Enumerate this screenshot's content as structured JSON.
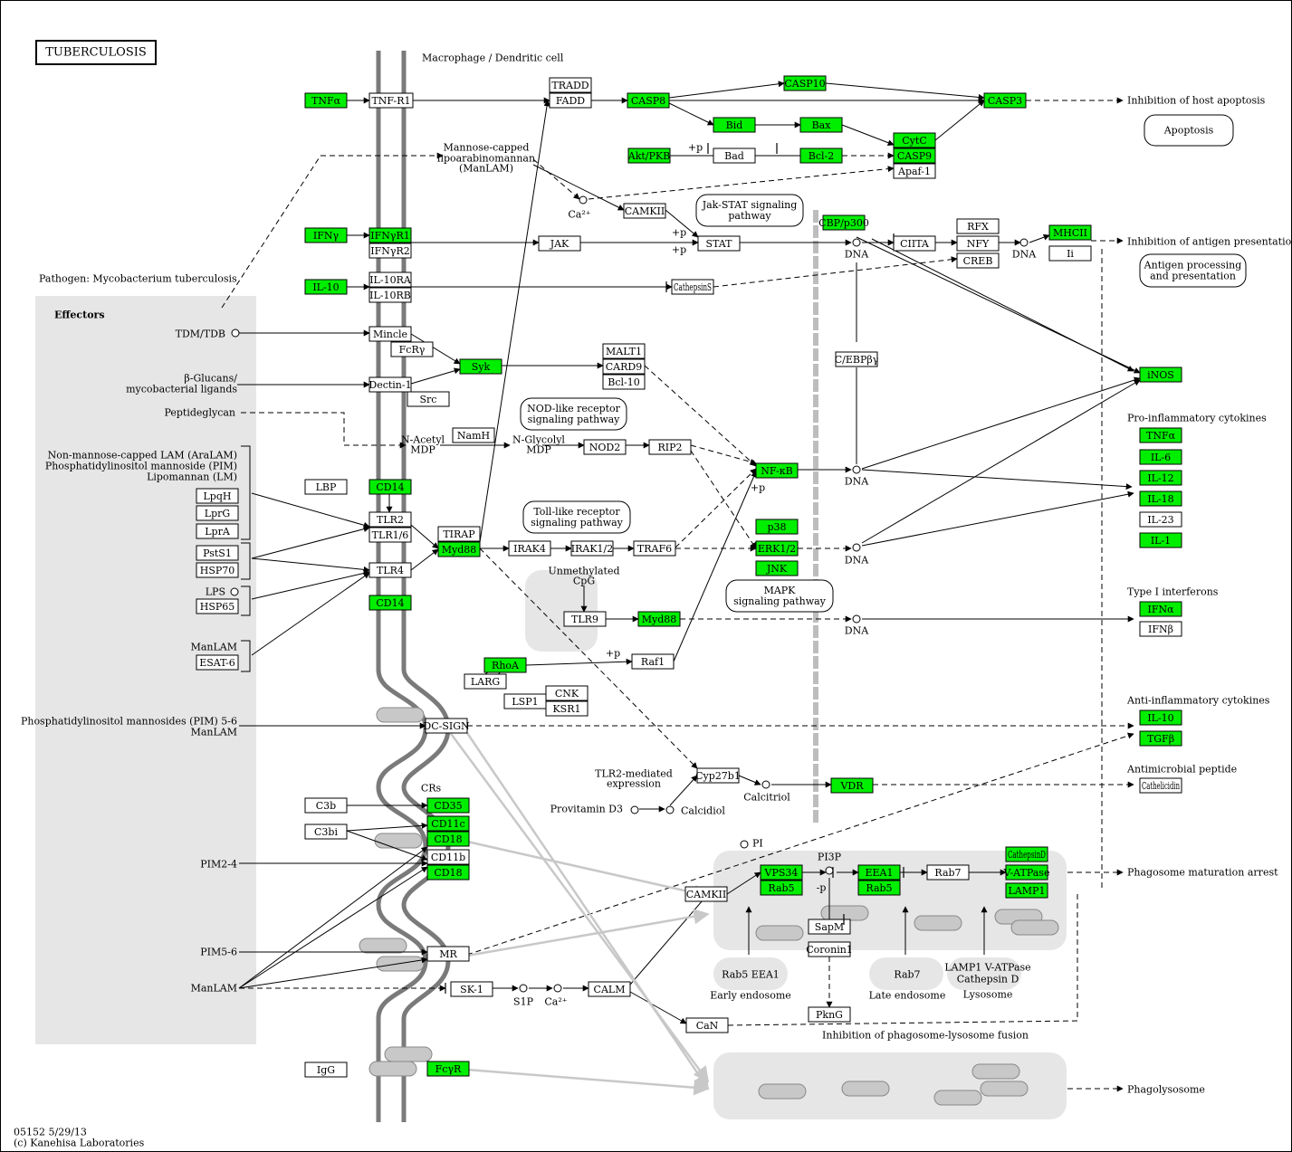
{
  "title": "TUBERCULOSIS",
  "colors": {
    "gene_hit": "#00ee00",
    "gene_plain": "#ffffff",
    "region": "#e6e6e6",
    "membrane": "#7a7a7a"
  },
  "genes": [
    {
      "id": "g-tnfa",
      "label": "TNFα",
      "hit": true
    },
    {
      "id": "g-tnfr1",
      "label": "TNF-R1",
      "hit": false
    },
    {
      "id": "g-tradd",
      "label": "TRADD",
      "hit": false
    },
    {
      "id": "g-fadd",
      "label": "FADD",
      "hit": false
    },
    {
      "id": "g-casp8",
      "label": "CASP8",
      "hit": true
    },
    {
      "id": "g-casp10",
      "label": "CASP10",
      "hit": true
    },
    {
      "id": "g-casp3",
      "label": "CASP3",
      "hit": true
    },
    {
      "id": "g-bid",
      "label": "Bid",
      "hit": true
    },
    {
      "id": "g-bax",
      "label": "Bax",
      "hit": true
    },
    {
      "id": "g-cytc",
      "label": "CytC",
      "hit": true
    },
    {
      "id": "g-casp9",
      "label": "CASP9",
      "hit": true
    },
    {
      "id": "g-apaf1",
      "label": "Apaf-1",
      "hit": false
    },
    {
      "id": "g-akt",
      "label": "Akt/PKB",
      "hit": true
    },
    {
      "id": "g-bad",
      "label": "Bad",
      "hit": false
    },
    {
      "id": "g-bcl2",
      "label": "Bcl-2",
      "hit": true
    },
    {
      "id": "g-camkii-top",
      "label": "CAMKII",
      "hit": false
    },
    {
      "id": "g-ifng",
      "label": "IFNγ",
      "hit": true
    },
    {
      "id": "g-ifngr1",
      "label": "IFNγR1",
      "hit": true
    },
    {
      "id": "g-ifngr2",
      "label": "IFNγR2",
      "hit": false
    },
    {
      "id": "g-jak",
      "label": "JAK",
      "hit": false
    },
    {
      "id": "g-stat",
      "label": "STAT",
      "hit": false
    },
    {
      "id": "g-cbp",
      "label": "CBP/p300",
      "hit": true
    },
    {
      "id": "g-ciita",
      "label": "CIITA",
      "hit": false
    },
    {
      "id": "g-rfx",
      "label": "RFX",
      "hit": false
    },
    {
      "id": "g-nfy",
      "label": "NFY",
      "hit": false
    },
    {
      "id": "g-creb",
      "label": "CREB",
      "hit": false
    },
    {
      "id": "g-mhcii",
      "label": "MHCII",
      "hit": true
    },
    {
      "id": "g-ii",
      "label": "Ii",
      "hit": false
    },
    {
      "id": "g-il10",
      "label": "IL-10",
      "hit": true
    },
    {
      "id": "g-il10ra",
      "label": "IL-10RA",
      "hit": false
    },
    {
      "id": "g-il10rb",
      "label": "IL-10RB",
      "hit": false
    },
    {
      "id": "g-cathepsin-s",
      "label": "CathepsinS",
      "hit": false
    },
    {
      "id": "g-mincle",
      "label": "Mincle",
      "hit": false
    },
    {
      "id": "g-fcrg",
      "label": "FcRγ",
      "hit": false
    },
    {
      "id": "g-syk",
      "label": "Syk",
      "hit": true
    },
    {
      "id": "g-dectin1",
      "label": "Dectin-1",
      "hit": false
    },
    {
      "id": "g-src",
      "label": "Src",
      "hit": false
    },
    {
      "id": "g-malt1",
      "label": "MALT1",
      "hit": false
    },
    {
      "id": "g-card9",
      "label": "CARD9",
      "hit": false
    },
    {
      "id": "g-bcl10",
      "label": "Bcl-10",
      "hit": false
    },
    {
      "id": "g-cebp",
      "label": "C/EBPβγ",
      "hit": false
    },
    {
      "id": "g-inos",
      "label": "iNOS",
      "hit": true
    },
    {
      "id": "g-namh",
      "label": "NamH",
      "hit": false
    },
    {
      "id": "g-nod2",
      "label": "NOD2",
      "hit": false
    },
    {
      "id": "g-rip2",
      "label": "RIP2",
      "hit": false
    },
    {
      "id": "g-nfkb",
      "label": "NF-κB",
      "hit": true
    },
    {
      "id": "g-tnfa2",
      "label": "TNFα",
      "hit": true
    },
    {
      "id": "g-il6",
      "label": "IL-6",
      "hit": true
    },
    {
      "id": "g-il12",
      "label": "IL-12",
      "hit": true
    },
    {
      "id": "g-il18",
      "label": "IL-18",
      "hit": true
    },
    {
      "id": "g-il23",
      "label": "IL-23",
      "hit": false
    },
    {
      "id": "g-il1",
      "label": "IL-1",
      "hit": true
    },
    {
      "id": "g-lbp",
      "label": "LBP",
      "hit": false
    },
    {
      "id": "g-cd14-top",
      "label": "CD14",
      "hit": true
    },
    {
      "id": "g-tlr2",
      "label": "TLR2",
      "hit": false
    },
    {
      "id": "g-tlr16",
      "label": "TLR1/6",
      "hit": false
    },
    {
      "id": "g-tlr4",
      "label": "TLR4",
      "hit": false
    },
    {
      "id": "g-cd14-bot",
      "label": "CD14",
      "hit": true
    },
    {
      "id": "g-tirap",
      "label": "TIRAP",
      "hit": false
    },
    {
      "id": "g-myd88",
      "label": "Myd88",
      "hit": true
    },
    {
      "id": "g-irak4",
      "label": "IRAK4",
      "hit": false
    },
    {
      "id": "g-irak12",
      "label": "IRAK1/2",
      "hit": false
    },
    {
      "id": "g-traf6",
      "label": "TRAF6",
      "hit": false
    },
    {
      "id": "g-p38",
      "label": "p38",
      "hit": true
    },
    {
      "id": "g-erk",
      "label": "ERK1/2",
      "hit": true
    },
    {
      "id": "g-jnk",
      "label": "JNK",
      "hit": true
    },
    {
      "id": "g-lpqh",
      "label": "LpqH",
      "hit": false
    },
    {
      "id": "g-lprg",
      "label": "LprG",
      "hit": false
    },
    {
      "id": "g-lpra",
      "label": "LprA",
      "hit": false
    },
    {
      "id": "g-pst51",
      "label": "PstS1",
      "hit": false
    },
    {
      "id": "g-hsp70",
      "label": "HSP70",
      "hit": false
    },
    {
      "id": "g-hsp65",
      "label": "HSP65",
      "hit": false
    },
    {
      "id": "g-esat6",
      "label": "ESAT-6",
      "hit": false
    },
    {
      "id": "g-tlr9",
      "label": "TLR9",
      "hit": false
    },
    {
      "id": "g-myd88b",
      "label": "Myd88",
      "hit": true
    },
    {
      "id": "g-ifna",
      "label": "IFNα",
      "hit": true
    },
    {
      "id": "g-ifnb",
      "label": "IFNβ",
      "hit": false
    },
    {
      "id": "g-rhoa",
      "label": "RhoA",
      "hit": true
    },
    {
      "id": "g-larg",
      "label": "LARG",
      "hit": false
    },
    {
      "id": "g-raf1",
      "label": "Raf1",
      "hit": false
    },
    {
      "id": "g-cnk",
      "label": "CNK",
      "hit": false
    },
    {
      "id": "g-ksr1",
      "label": "KSR1",
      "hit": false
    },
    {
      "id": "g-lsp1",
      "label": "LSP1",
      "hit": false
    },
    {
      "id": "g-dcsign",
      "label": "DC-SIGN",
      "hit": false
    },
    {
      "id": "g-il10b",
      "label": "IL-10",
      "hit": true
    },
    {
      "id": "g-tgfb",
      "label": "TGFβ",
      "hit": true
    },
    {
      "id": "g-cyp27b1",
      "label": "Cyp27b1",
      "hit": false
    },
    {
      "id": "g-vdr",
      "label": "VDR",
      "hit": true
    },
    {
      "id": "g-cathelicidin",
      "label": "Cathelicidin",
      "hit": false
    },
    {
      "id": "g-c3b",
      "label": "C3b",
      "hit": false
    },
    {
      "id": "g-c3bi",
      "label": "C3bi",
      "hit": false
    },
    {
      "id": "g-cd35",
      "label": "CD35",
      "hit": true
    },
    {
      "id": "g-cd11c",
      "label": "CD11c",
      "hit": true
    },
    {
      "id": "g-cd18a",
      "label": "CD18",
      "hit": true
    },
    {
      "id": "g-cd11b",
      "label": "CD11b",
      "hit": false
    },
    {
      "id": "g-cd18b",
      "label": "CD18",
      "hit": true
    },
    {
      "id": "g-camkii-bot",
      "label": "CAMKII",
      "hit": false
    },
    {
      "id": "g-vps34",
      "label": "VPS34",
      "hit": true
    },
    {
      "id": "g-rab5a",
      "label": "Rab5",
      "hit": true
    },
    {
      "id": "g-eea1",
      "label": "EEA1",
      "hit": true
    },
    {
      "id": "g-rab5b",
      "label": "Rab5",
      "hit": true
    },
    {
      "id": "g-rab7",
      "label": "Rab7",
      "hit": false
    },
    {
      "id": "g-cathepsind",
      "label": "CathepsinD",
      "hit": true
    },
    {
      "id": "g-vatpase",
      "label": "V-ATPase",
      "hit": true
    },
    {
      "id": "g-lamp1",
      "label": "LAMP1",
      "hit": true
    },
    {
      "id": "g-sapm",
      "label": "SapM",
      "hit": false
    },
    {
      "id": "g-coronin1",
      "label": "Coronin1",
      "hit": false
    },
    {
      "id": "g-mr",
      "label": "MR",
      "hit": false
    },
    {
      "id": "g-sk1",
      "label": "SK-1",
      "hit": false
    },
    {
      "id": "g-calm",
      "label": "CALM",
      "hit": false
    },
    {
      "id": "g-can",
      "label": "CaN",
      "hit": false
    },
    {
      "id": "g-pkng",
      "label": "PknG",
      "hit": false
    },
    {
      "id": "g-igg",
      "label": "IgG",
      "hit": false
    },
    {
      "id": "g-fcgr",
      "label": "FcγR",
      "hit": true
    }
  ],
  "labels": {
    "macrophage": "Macrophage / Dendritic cell",
    "pathogen": "Pathogen: Mycobacterium tuberculosis",
    "effectors": "Effectors",
    "manlam_capped_1": "Mannose-capped",
    "manlam_capped_2": "lipoarabinomannan",
    "manlam_capped_3": "(ManLAM)",
    "tdm": "TDM/TDB",
    "glucans_1": "β-Glucans/",
    "glucans_2": "mycobacterial ligands",
    "peptidoglycan": "Peptideglycan",
    "nacetyl_1": "N-Acetyl",
    "nacetyl_2": "MDP",
    "nglycolyl_1": "N-Glycolyl",
    "nglycolyl_2": "MDP",
    "araLAM_1": "Non-mannose-capped LAM (AraLAM)",
    "araLAM_2": "Phosphatidylinositol mannoside (PIM)",
    "araLAM_3": "Lipomannan (LM)",
    "lps": "LPS",
    "manlam_left": "ManLAM",
    "pim_dc_1": "Phosphatidylinositol mannosides (PIM) 5-6",
    "pim_dc_2": "ManLAM",
    "pim24": "PIM2-4",
    "pim56": "PIM5-6",
    "manlam_bottom": "ManLAM",
    "unmethylated_1": "Unmethylated",
    "unmethylated_2": "CpG",
    "ca_top": "Ca²⁺",
    "ca_bottom": "Ca²⁺",
    "s1p": "S1P",
    "pi": "PI",
    "pi3p": "PI3P",
    "p_minus": "-p",
    "plus_p_1": "+p",
    "plus_p_2": "+p",
    "plus_p_3": "+p",
    "plus_p_4": "+p",
    "plus_p_5": "+p",
    "dna_1": "DNA",
    "dna_2": "DNA",
    "dna_3": "DNA",
    "dna_4": "DNA",
    "dna_5": "DNA",
    "tlr2_expr_1": "TLR2-mediated",
    "tlr2_expr_2": "expression",
    "provitamin": "Provitamin D3",
    "calcidiol": "Calcidiol",
    "calcitriol": "Calcitriol",
    "crs": "CRs",
    "inhib_apoptosis": "Inhibition of host apoptosis",
    "inhib_antigen": "Inhibition of antigen presentation",
    "proinflam": "Pro-inflammatory cytokines",
    "type1_ifn": "Type I interferons",
    "antiinflam": "Anti-inflammatory cytokines",
    "antimicrobial": "Antimicrobial peptide",
    "phagosome_arrest": "Phagosome maturation arrest",
    "phagolysosome": "Phagolysosome",
    "early_endo_1": "Rab5  EEA1",
    "early_endo_2": "Early endosome",
    "late_endo_1": "Rab7",
    "late_endo_2": "Late endosome",
    "lysosome_1": "LAMP1 V-ATPase",
    "lysosome_2": "Cathepsin D",
    "lysosome_3": "Lysosome",
    "inhib_fusion": "Inhibition of phagosome-lysosome fusion",
    "footer_1": "05152 5/29/13",
    "footer_2": "(c) Kanehisa Laboratories"
  },
  "pathway_links": {
    "apoptosis": "Apoptosis",
    "jak_stat_1": "Jak-STAT signaling",
    "jak_stat_2": "pathway",
    "antigen_1": "Antigen processing",
    "antigen_2": "and presentation",
    "nod_1": "NOD-like receptor",
    "nod_2": "signaling pathway",
    "toll_1": "Toll-like receptor",
    "toll_2": "signaling pathway",
    "mapk_1": "MAPK",
    "mapk_2": "signaling pathway"
  }
}
